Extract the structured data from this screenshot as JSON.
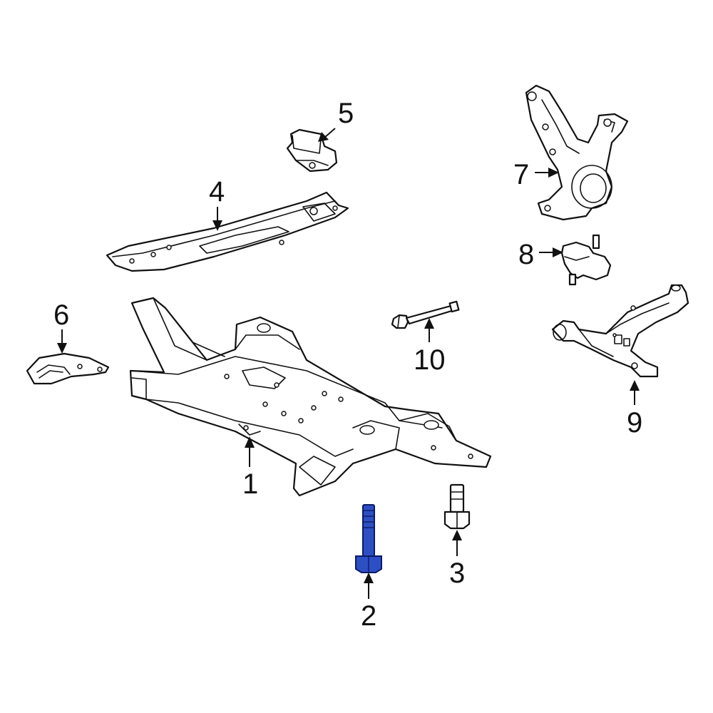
{
  "callouts": {
    "c1": "1",
    "c2": "2",
    "c3": "3",
    "c4": "4",
    "c5": "5",
    "c6": "6",
    "c7": "7",
    "c8": "8",
    "c9": "9",
    "c10": "10"
  },
  "highlight_color": "#2d4fc4",
  "highlighted_part": "2"
}
